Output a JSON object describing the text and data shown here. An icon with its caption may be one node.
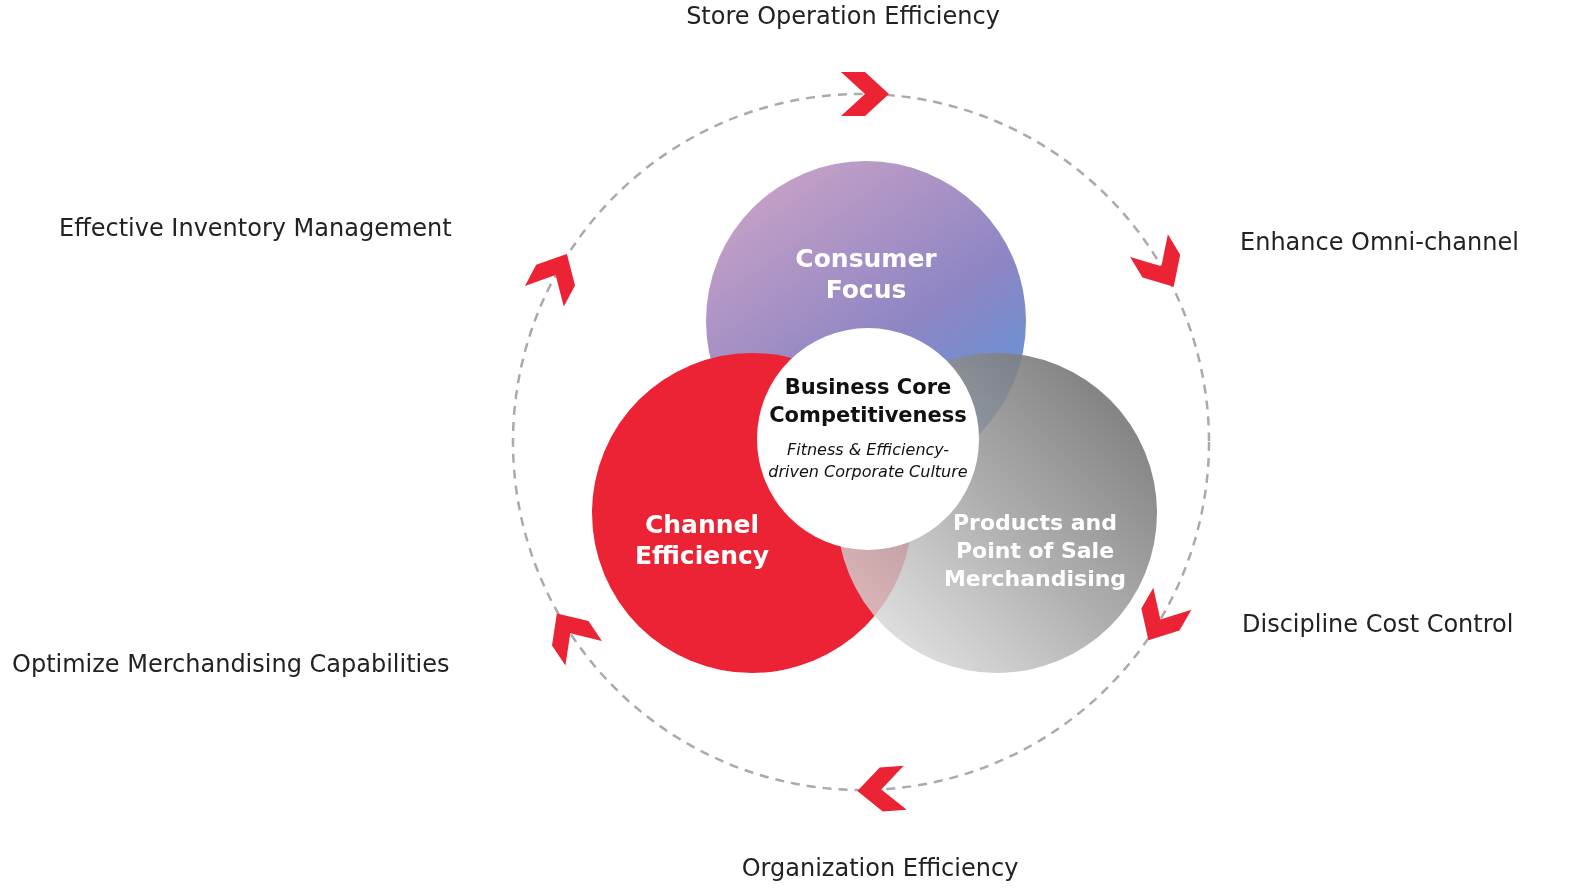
{
  "diagram": {
    "nodes": [
      {
        "text": [
          "Consumer Focus"
        ]
      },
      {
        "text": [
          "Channel Efficiency"
        ]
      },
      {
        "text": [
          "Products and Point of Sale Merchandising"
        ]
      },
      {
        "text": [
          "Business Core Competitiveness",
          "Fitness & Efficiency-driven Corporate Culture"
        ]
      }
    ],
    "labels": [
      "Store Operation Efficiency",
      "Effective Inventory Management",
      "Enhance Omni-channel",
      "Optimize Merchandising Capabilities",
      "Discipline Cost Control",
      "Organization Efficiency"
    ]
  }
}
